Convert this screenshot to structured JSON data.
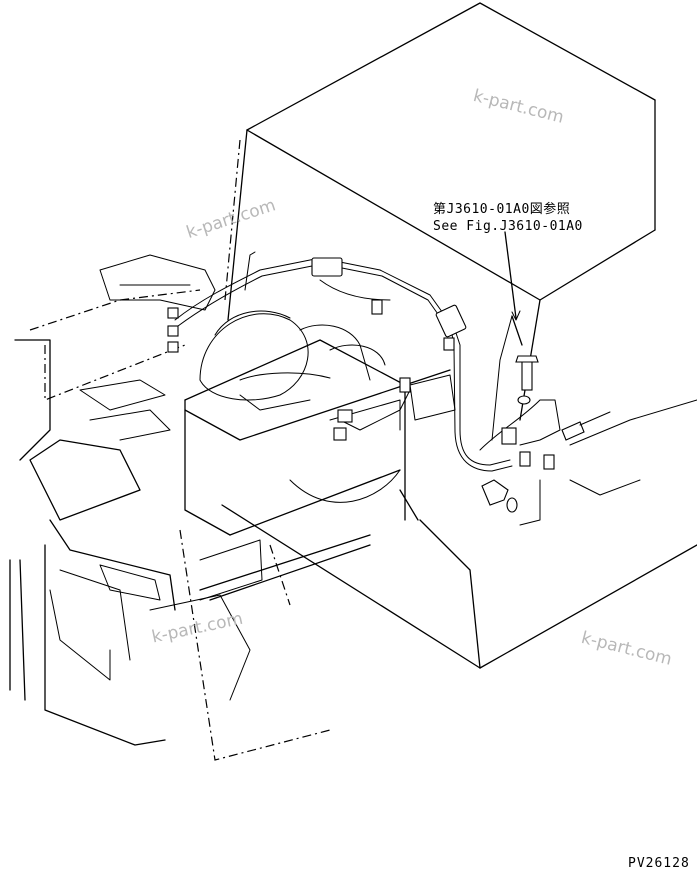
{
  "callout": {
    "line1": "第J3610-01A0図参照",
    "line2": "See Fig.J3610-01A0"
  },
  "watermarks": [
    "k-part.com",
    "k-part.com",
    "k-part.com",
    "k-part.com"
  ],
  "drawing_code": "PV26128"
}
